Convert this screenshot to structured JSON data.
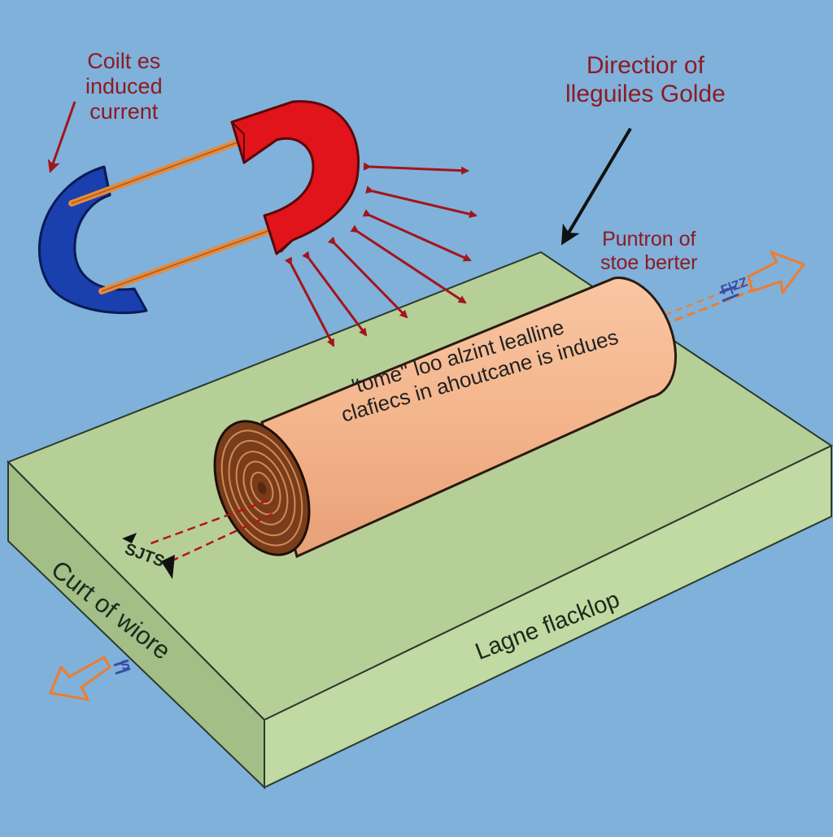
{
  "labels": {
    "coil_induced_current": [
      "Coilt es",
      "induced",
      "current"
    ],
    "direction_of": [
      "Directior of",
      "lleguiles Golde"
    ],
    "puntron_of": [
      "Puntron of",
      "stoe berter"
    ],
    "cylinder_text": [
      "'tome\" loo alzint lealline",
      "clafiecs in ahoutcane is indues"
    ],
    "curt_of_wire": "Curt of wiore",
    "lagne_flacklop": "Lagne flacklop",
    "left_tag": "SJTS",
    "right_tag": "F|ZZ",
    "left_small_tag": "S"
  },
  "colors": {
    "background": "#7fb1da",
    "slab_top": "#b6cf97",
    "slab_side": "#a5c088",
    "slab_front": "#c0d8a0",
    "magnet_red": "#e0141a",
    "magnet_blue": "#1a3fae",
    "cylinder": "#f4b58c",
    "arrow_red": "#a4141c",
    "arrow_orange": "#f07c2c",
    "rod_orange": "#e8893a"
  }
}
